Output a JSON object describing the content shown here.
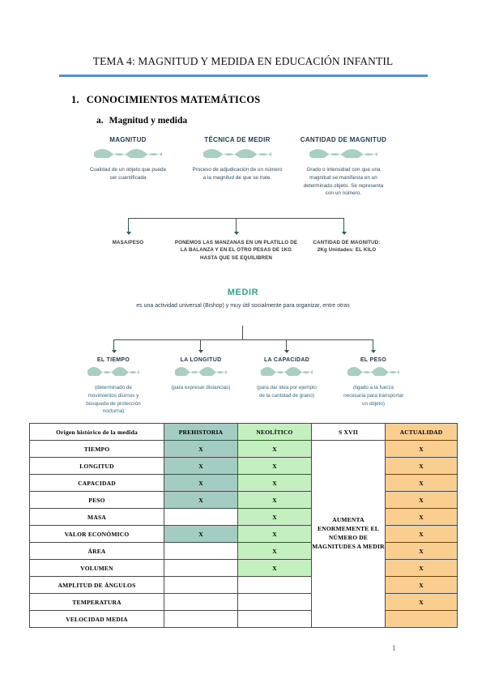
{
  "document": {
    "title": "TEMA 4: MAGNITUD Y MEDIDA EN EDUCACIÓN INFANTIL",
    "page_number": "1"
  },
  "outline": {
    "level1_num": "1.",
    "level1_text": "CONOCIMIENTOS MATEMÁTICOS",
    "level2_num": "a.",
    "level2_text": "Magnitud y medida"
  },
  "diagram": {
    "concepts": [
      {
        "title": "MAGNITUD",
        "desc": "Cualidad de un objeto que puede ser cuantificada",
        "example": "MASA/PESO"
      },
      {
        "title": "TÉCNICA DE MEDIR",
        "desc": "Proceso de adjudicación de un número a la magnitud de que se trate.",
        "example": "PONEMOS LAS MANZANAS EN UN PLATILLO DE LA BALANZA Y EN EL OTRO PESAS DE 1KG HASTA QUE SE EQUILIBREN"
      },
      {
        "title": "CANTIDAD DE MAGNITUD",
        "desc": "Grado o intensidad con que una magnitud se manifiesta en un determinado objeto. Se representa con un número.",
        "example": "CANTIDAD DE MAGNITUD: 2Kg Unidades: EL KILO"
      }
    ],
    "medir": {
      "title": "MEDIR",
      "subtitle": "es una actividad universal (Bishop) y muy útil socialmente para organizar, entre otras"
    },
    "leaves": [
      {
        "title": "EL TIEMPO",
        "desc": "(determinado de movimientos diurnos y búsqueda de protección nocturna)"
      },
      {
        "title": "LA LONGITUD",
        "desc": "(para expresar distancias)"
      },
      {
        "title": "LA CAPACIDAD",
        "desc": "(para dar idea por ejemplo de la cantidad de grano)"
      },
      {
        "title": "EL PESO",
        "desc": "(ligado a la fuerza necesaria para transportar un objeto)"
      }
    ]
  },
  "table": {
    "headers": [
      "Origen histórico de la medida",
      "PREHISTORIA",
      "NEOLÍTICO",
      "S XVII",
      "ACTUALIDAD"
    ],
    "merged_cell_text": "AUMENTA ENORMEMENTE EL NÚMERO DE MAGNITUDES A MEDIR",
    "mark": "X",
    "rows": [
      {
        "label": "TIEMPO",
        "prehistoria": "X",
        "neolitico": "X",
        "actualidad": "X"
      },
      {
        "label": "LONGITUD",
        "prehistoria": "X",
        "neolitico": "X",
        "actualidad": "X"
      },
      {
        "label": "CAPACIDAD",
        "prehistoria": "X",
        "neolitico": "X",
        "actualidad": "X"
      },
      {
        "label": "PESO",
        "prehistoria": "X",
        "neolitico": "X",
        "actualidad": "X"
      },
      {
        "label": "MASA",
        "prehistoria": "",
        "neolitico": "X",
        "actualidad": "X"
      },
      {
        "label": "VALOR ECONÓMICO",
        "prehistoria": "X",
        "neolitico": "X",
        "actualidad": "X"
      },
      {
        "label": "ÁREA",
        "prehistoria": "",
        "neolitico": "X",
        "actualidad": "X"
      },
      {
        "label": "VOLUMEN",
        "prehistoria": "",
        "neolitico": "X",
        "actualidad": "X"
      },
      {
        "label": "AMPLITUD DE ÁNGULOS",
        "prehistoria": "",
        "neolitico": "",
        "actualidad": "X"
      },
      {
        "label": "TEMPERATURA",
        "prehistoria": "",
        "neolitico": "",
        "actualidad": "X"
      },
      {
        "label": "VELOCIDAD MEDIA",
        "prehistoria": "",
        "neolitico": "",
        "actualidad": ""
      }
    ]
  },
  "colors": {
    "header_rule": "#5b8fd4",
    "wave": "#a9cfc0",
    "heading_navy": "#1b3a53",
    "medir_teal": "#35a391",
    "prehistoria": "#a3ccc2",
    "neolitico": "#c4f0c0",
    "actualidad": "#f9ce8f",
    "connector": "#2e5d57"
  }
}
